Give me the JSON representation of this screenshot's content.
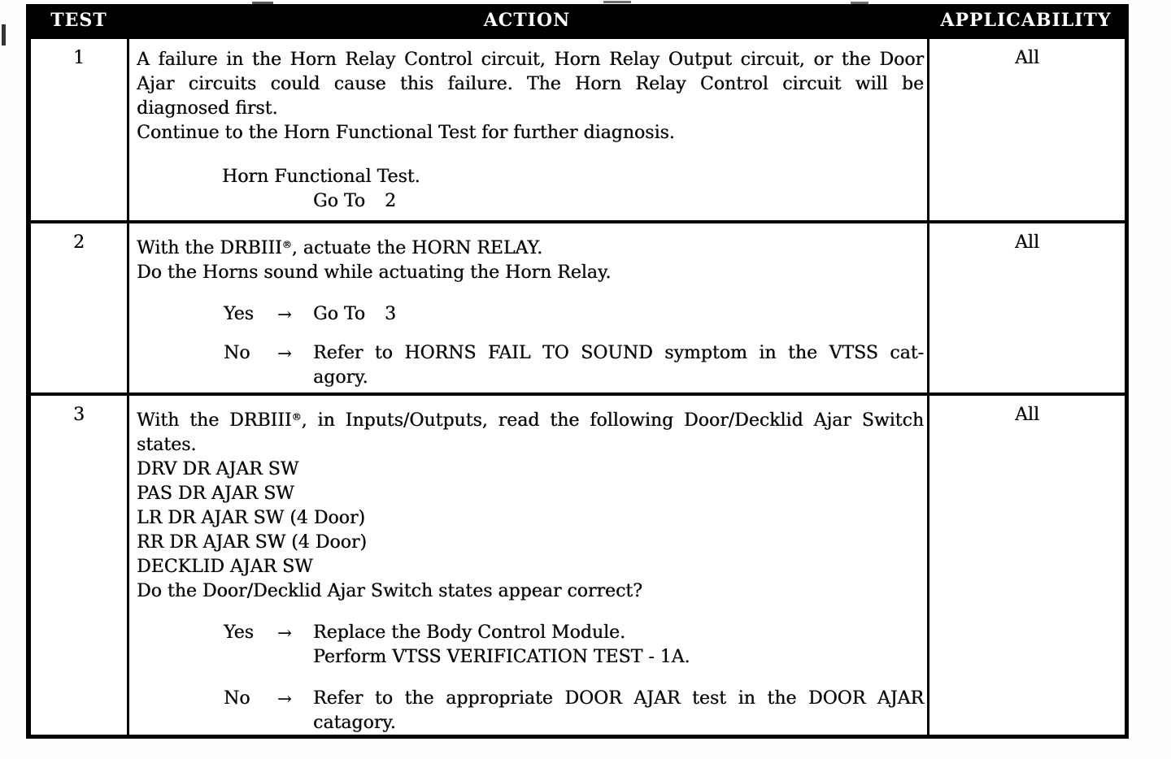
{
  "symbols": {
    "registered": "®",
    "arrow": "→"
  },
  "table": {
    "columns": [
      "TEST",
      "ACTION",
      "APPLICABILITY"
    ],
    "rows": [
      {
        "test": "1",
        "applicability": "All",
        "action": {
          "para1_lines": [
            "A failure in the Horn Relay Control circuit, Horn Relay Output circuit, or the Door",
            "Ajar circuits could cause this failure. The Horn Relay Control circuit will be",
            "diagnosed first."
          ],
          "para2": "Continue to the Horn Functional Test for further diagnosis.",
          "note_title": "Horn Functional Test.",
          "goto_label": "Go To",
          "goto_target": "2"
        }
      },
      {
        "test": "2",
        "applicability": "All",
        "action": {
          "para1_pre": "With the DRBIII",
          "para1_post": ", actuate the HORN RELAY.",
          "para2": "Do the Horns sound while actuating the Horn Relay.",
          "answers": [
            {
              "label": "Yes",
              "goto_label": "Go To",
              "goto_target": "3"
            },
            {
              "label": "No",
              "result_lines": [
                "Refer to HORNS FAIL TO SOUND symptom in the VTSS cat-",
                "agory."
              ]
            }
          ]
        }
      },
      {
        "test": "3",
        "applicability": "All",
        "action": {
          "para1_pre": "With the DRBIII",
          "para1_post": ", in Inputs/Outputs, read the following Door/Decklid Ajar Switch",
          "para1_line2": "states.",
          "switch_list": [
            "DRV DR AJAR SW",
            "PAS DR AJAR SW",
            "LR DR AJAR SW (4 Door)",
            "RR DR AJAR SW (4 Door)",
            "DECKLID AJAR SW"
          ],
          "question": "Do the Door/Decklid Ajar Switch states appear correct?",
          "answers": [
            {
              "label": "Yes",
              "result_lines": [
                "Replace the Body Control Module.",
                "Perform VTSS VERIFICATION TEST - 1A."
              ]
            },
            {
              "label": "No",
              "result_lines": [
                "Refer to the appropriate DOOR AJAR test in the DOOR AJAR",
                "catagory."
              ]
            }
          ]
        }
      }
    ]
  }
}
